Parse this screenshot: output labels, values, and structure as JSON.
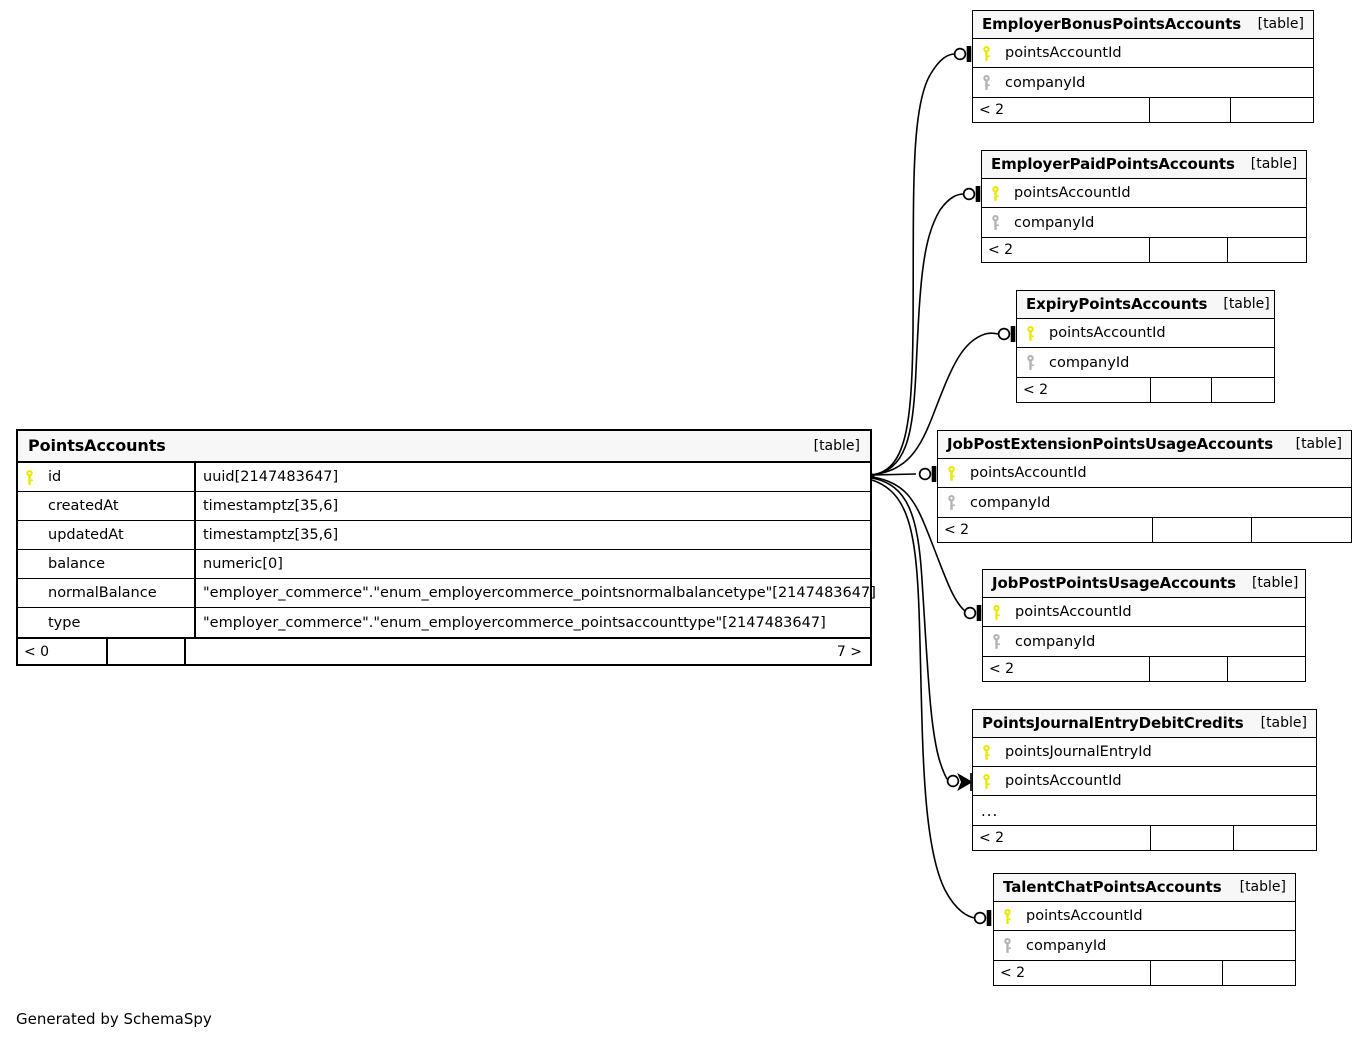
{
  "diagram": {
    "generator_credit": "Generated by SchemaSpy",
    "table_tag": "[table]",
    "ellipsis": "...",
    "colors": {
      "primary_key": "#e8e800",
      "foreign_key": "#b3b3b3",
      "header_bg": "#f7f7f7",
      "border": "#000000",
      "background": "#ffffff"
    }
  },
  "main_table": {
    "name": "PointsAccounts",
    "tag": "[table]",
    "columns": [
      {
        "key": "primary",
        "name": "id",
        "type": "uuid[2147483647]"
      },
      {
        "key": "none",
        "name": "createdAt",
        "type": "timestamptz[35,6]"
      },
      {
        "key": "none",
        "name": "updatedAt",
        "type": "timestamptz[35,6]"
      },
      {
        "key": "none",
        "name": "balance",
        "type": "numeric[0]"
      },
      {
        "key": "none",
        "name": "normalBalance",
        "type": "\"employer_commerce\".\"enum_employercommerce_pointsnormalbalancetype\"[2147483647]"
      },
      {
        "key": "none",
        "name": "type",
        "type": "\"employer_commerce\".\"enum_employercommerce_pointsaccounttype\"[2147483647]"
      }
    ],
    "footer": {
      "left": "< 0",
      "middle": "",
      "right": "7 >"
    }
  },
  "related_tables": [
    {
      "id": "employer-bonus-points-accounts",
      "name": "EmployerBonusPointsAccounts",
      "tag": "[table]",
      "columns": [
        {
          "key": "primary",
          "name": "pointsAccountId"
        },
        {
          "key": "foreign",
          "name": "companyId"
        }
      ],
      "footer": {
        "left": "< 2",
        "middle": "",
        "right": ""
      }
    },
    {
      "id": "employer-paid-points-accounts",
      "name": "EmployerPaidPointsAccounts",
      "tag": "[table]",
      "columns": [
        {
          "key": "primary",
          "name": "pointsAccountId"
        },
        {
          "key": "foreign",
          "name": "companyId"
        }
      ],
      "footer": {
        "left": "< 2",
        "middle": "",
        "right": ""
      }
    },
    {
      "id": "expiry-points-accounts",
      "name": "ExpiryPointsAccounts",
      "tag": "[table]",
      "columns": [
        {
          "key": "primary",
          "name": "pointsAccountId"
        },
        {
          "key": "foreign",
          "name": "companyId"
        }
      ],
      "footer": {
        "left": "< 2",
        "middle": "",
        "right": ""
      }
    },
    {
      "id": "job-post-extension-points-usage-accounts",
      "name": "JobPostExtensionPointsUsageAccounts",
      "tag": "[table]",
      "columns": [
        {
          "key": "primary",
          "name": "pointsAccountId"
        },
        {
          "key": "foreign",
          "name": "companyId"
        }
      ],
      "footer": {
        "left": "< 2",
        "middle": "",
        "right": ""
      }
    },
    {
      "id": "job-post-points-usage-accounts",
      "name": "JobPostPointsUsageAccounts",
      "tag": "[table]",
      "columns": [
        {
          "key": "primary",
          "name": "pointsAccountId"
        },
        {
          "key": "foreign",
          "name": "companyId"
        }
      ],
      "footer": {
        "left": "< 2",
        "middle": "",
        "right": ""
      }
    },
    {
      "id": "points-journal-entry-debit-credits",
      "name": "PointsJournalEntryDebitCredits",
      "tag": "[table]",
      "columns": [
        {
          "key": "primary",
          "name": "pointsJournalEntryId"
        },
        {
          "key": "primary",
          "name": "pointsAccountId"
        },
        {
          "key": "none",
          "name": "...",
          "is_ellipsis": true
        }
      ],
      "footer": {
        "left": "< 2",
        "middle": "",
        "right": ""
      }
    },
    {
      "id": "talent-chat-points-accounts",
      "name": "TalentChatPointsAccounts",
      "tag": "[table]",
      "columns": [
        {
          "key": "primary",
          "name": "pointsAccountId"
        },
        {
          "key": "foreign",
          "name": "companyId"
        }
      ],
      "footer": {
        "left": "< 2",
        "middle": "",
        "right": ""
      }
    }
  ],
  "relationships": [
    {
      "from": "PointsAccounts.id",
      "to": "EmployerBonusPointsAccounts.pointsAccountId",
      "cardinality": "zero-or-one"
    },
    {
      "from": "PointsAccounts.id",
      "to": "EmployerPaidPointsAccounts.pointsAccountId",
      "cardinality": "zero-or-one"
    },
    {
      "from": "PointsAccounts.id",
      "to": "ExpiryPointsAccounts.pointsAccountId",
      "cardinality": "zero-or-one"
    },
    {
      "from": "PointsAccounts.id",
      "to": "JobPostExtensionPointsUsageAccounts.pointsAccountId",
      "cardinality": "zero-or-one"
    },
    {
      "from": "PointsAccounts.id",
      "to": "JobPostPointsUsageAccounts.pointsAccountId",
      "cardinality": "zero-or-one"
    },
    {
      "from": "PointsAccounts.id",
      "to": "PointsJournalEntryDebitCredits.pointsAccountId",
      "cardinality": "zero-or-many"
    },
    {
      "from": "PointsAccounts.id",
      "to": "TalentChatPointsAccounts.pointsAccountId",
      "cardinality": "zero-or-one"
    }
  ]
}
